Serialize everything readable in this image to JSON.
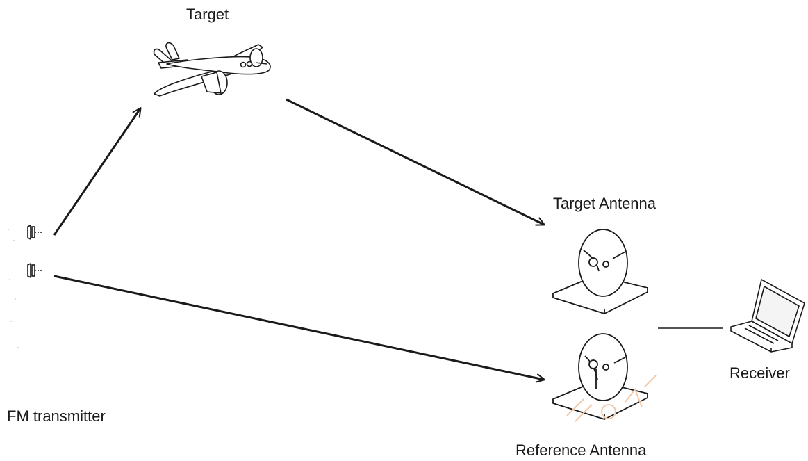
{
  "labels": {
    "target": "Target",
    "target_antenna": "Target Antenna",
    "receiver": "Receiver",
    "fm_transmitter": "FM transmitter",
    "reference_antenna": "Reference Antenna"
  },
  "colors": {
    "stroke": "#1a1a1a",
    "watermark": "#f2c9a8",
    "background": "#ffffff"
  },
  "icons": [
    "airplane-icon",
    "transmitter-icon",
    "dish-antenna-icon",
    "laptop-icon"
  ]
}
